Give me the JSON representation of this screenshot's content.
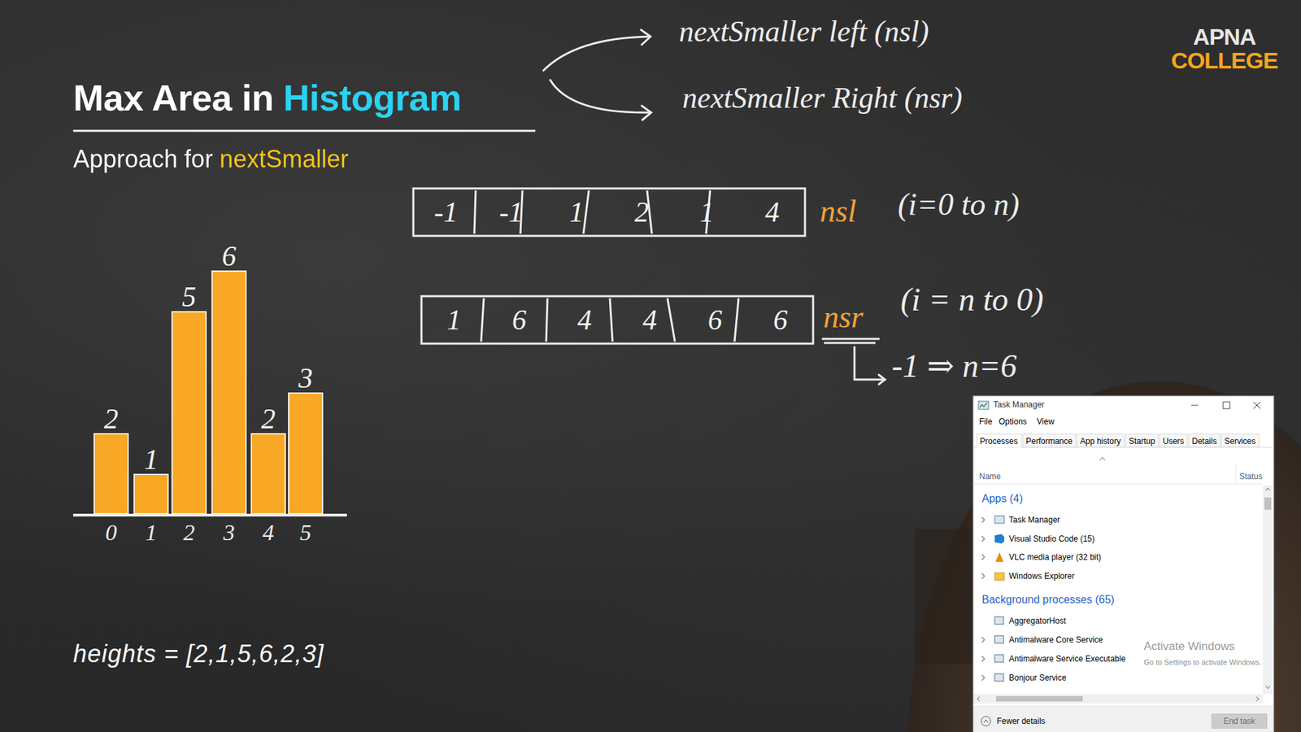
{
  "diagram": {
    "title": "Max Area in Histogram",
    "nodes": [
      {
        "text": [
          "-1"
        ]
      },
      {
        "text": [
          "-1"
        ]
      },
      {
        "text": [
          "1"
        ]
      },
      {
        "text": [
          "2"
        ]
      },
      {
        "text": [
          "1"
        ]
      },
      {
        "text": [
          "4"
        ]
      },
      {
        "text": [
          "1"
        ]
      },
      {
        "text": [
          "6"
        ]
      },
      {
        "text": [
          "4"
        ]
      },
      {
        "text": [
          "4"
        ]
      },
      {
        "text": [
          "6"
        ]
      },
      {
        "text": [
          "6"
        ]
      },
      {
        "text": [
          "2"
        ]
      },
      {
        "text": [
          "1"
        ]
      },
      {
        "text": [
          "5"
        ]
      },
      {
        "text": [
          "6"
        ]
      },
      {
        "text": [
          "2"
        ]
      },
      {
        "text": [
          "3"
        ]
      },
      {
        "text": [
          "Task Manager"
        ]
      },
      {
        "text": [
          "Processes"
        ],
        "in": 18
      },
      {
        "text": [
          "Performance"
        ],
        "in": 18
      },
      {
        "text": [
          "App history"
        ],
        "in": 18
      },
      {
        "text": [
          "Startup"
        ],
        "in": 18
      },
      {
        "text": [
          "Users"
        ],
        "in": 18
      },
      {
        "text": [
          "Details"
        ],
        "in": 18
      },
      {
        "text": [
          "Services"
        ],
        "in": 18
      },
      {
        "text": [
          "End task"
        ],
        "in": 18
      }
    ],
    "labels": [
      "APNA",
      "COLLEGE",
      "Approach for nextSmaller",
      "nextSmaller left (nsl)",
      "nextSmaller Right (nsr)",
      "nsl",
      "(i=0 to n)",
      "nsr",
      "(i = n to 0)",
      "-1 ⇒ n=6",
      "0",
      "1",
      "2",
      "3",
      "4",
      "5",
      "heights = [2,1,5,6,2,3]",
      "File",
      "Options",
      "View",
      "Name",
      "Status",
      "Apps (4)",
      "Task Manager",
      "Visual Studio Code (15)",
      "VLC media player (32 bit)",
      "Windows Explorer",
      "Background processes (65)",
      "AggregatorHost",
      "Antimalware Core Service",
      "Antimalware Service Executable",
      "Bonjour Service",
      "Activate Windows",
      "Go to Settings to activate Windows.",
      "Fewer details"
    ]
  }
}
